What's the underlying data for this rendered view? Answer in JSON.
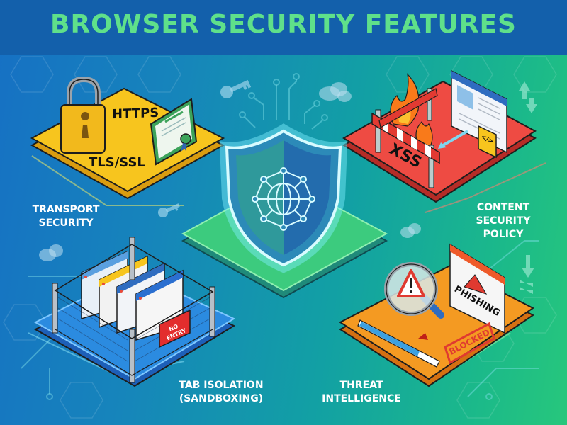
{
  "title": "BROWSER SECURITY FEATURES",
  "colors": {
    "title_bar": "#1360ab",
    "title_text": "#5fe08a",
    "transport_platform": "#f7c51e",
    "csp_platform": "#ee4b43",
    "sandbox_platform": "#2b8be0",
    "threat_platform": "#f49a22",
    "center_platform": "#39c47a",
    "shield": "#2a7fbf"
  },
  "features": {
    "transport": {
      "label_line1": "TRANSPORT",
      "label_line2": "SECURITY",
      "platform_text1": "HTTPS",
      "platform_text2": "TLS/SSL",
      "icons": [
        "padlock-icon",
        "certificate-icon"
      ]
    },
    "csp": {
      "label_line1": "CONTENT",
      "label_line2": "SECURITY",
      "label_line3": "POLICY",
      "platform_text1": "XSS",
      "code_glyph": "</>",
      "icons": [
        "barrier-icon",
        "fire-icon",
        "browser-window-icon",
        "code-tag-icon"
      ]
    },
    "sandbox": {
      "label_line1": "TAB ISOLATION",
      "label_line2": "(SANDBOXING)",
      "sign_line1": "NO",
      "sign_line2": "ENTRY",
      "icons": [
        "fence-icon",
        "browser-tabs-icon",
        "no-entry-sign-icon"
      ]
    },
    "threat": {
      "label_line1": "THREAT",
      "label_line2": "INTELLIGENCE",
      "platform_text1": "PHISHING",
      "stamp_text": "BLOCKED",
      "icons": [
        "magnifier-warning-icon",
        "phishing-window-icon",
        "progress-bar-icon",
        "blocked-stamp-icon"
      ]
    },
    "center": {
      "icons": [
        "shield-icon",
        "globe-network-icon"
      ]
    }
  }
}
